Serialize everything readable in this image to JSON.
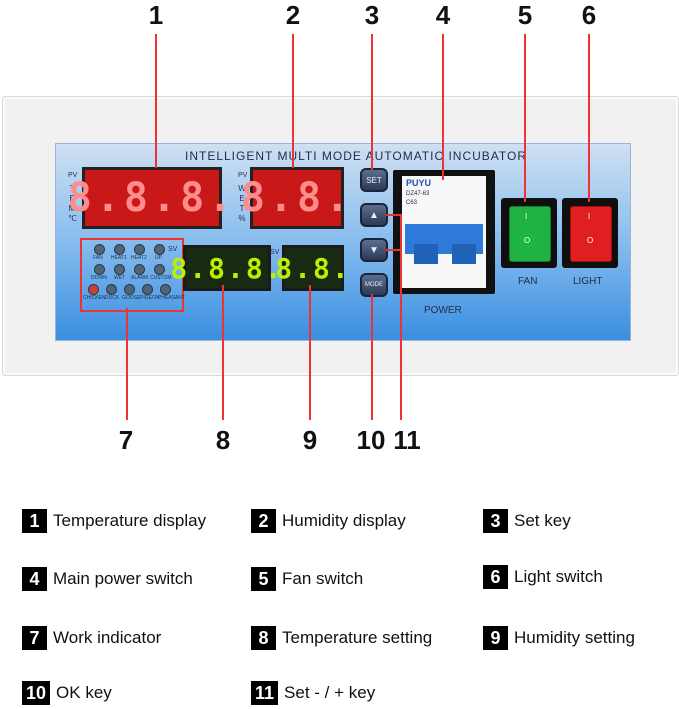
{
  "callout_numbers": {
    "n1": "1",
    "n2": "2",
    "n3": "3",
    "n4": "4",
    "n5": "5",
    "n6": "6",
    "n7": "7",
    "n8": "8",
    "n9": "9",
    "n10": "10",
    "n11": "11"
  },
  "panel": {
    "title": "INTELLIGENT MULTI MODE AUTOMATIC INCUBATOR",
    "pv_left": "PV",
    "temp_label": "T E M ℃",
    "pv_right": "PV",
    "wet_label": "W E T %",
    "sv_top": "SV",
    "sv_mid": "SV",
    "temp_display": "8.8.8.",
    "humidity_display": "8.8.",
    "temp_setting": "8.8.8.",
    "humidity_setting": "8.8."
  },
  "indicators": {
    "row1": [
      "FAN",
      "HEAT1",
      "HEAT2",
      "UP"
    ],
    "row2": [
      "DOWN",
      "WET",
      "ALARM",
      "CUSTOM"
    ],
    "row3": [
      "CHICKEN",
      "DUCK",
      "GOOSE",
      "PIGEON",
      "PHEASANT"
    ]
  },
  "keys": {
    "set": "SET",
    "up": "▲",
    "down": "▼",
    "mode": "MODE"
  },
  "breaker": {
    "brand": "PUYU",
    "model": "DZ47-63",
    "rating": "C63",
    "label": "POWER"
  },
  "switches": {
    "fan_label": "FAN",
    "light_label": "LIGHT",
    "on_mark": "I",
    "off_mark": "O",
    "fan_color": "#1fb344",
    "light_color": "#e02020"
  },
  "legend": [
    {
      "num": "1",
      "text": "Temperature display"
    },
    {
      "num": "2",
      "text": "Humidity display"
    },
    {
      "num": "3",
      "text": "Set key"
    },
    {
      "num": "4",
      "text": "Main power switch"
    },
    {
      "num": "5",
      "text": "Fan switch"
    },
    {
      "num": "6",
      "text": "Light switch"
    },
    {
      "num": "7",
      "text": "Work indicator"
    },
    {
      "num": "8",
      "text": "Temperature setting"
    },
    {
      "num": "9",
      "text": "Humidity setting"
    },
    {
      "num": "10",
      "text": "OK key"
    },
    {
      "num": "11",
      "text": "Set - / + key"
    }
  ]
}
